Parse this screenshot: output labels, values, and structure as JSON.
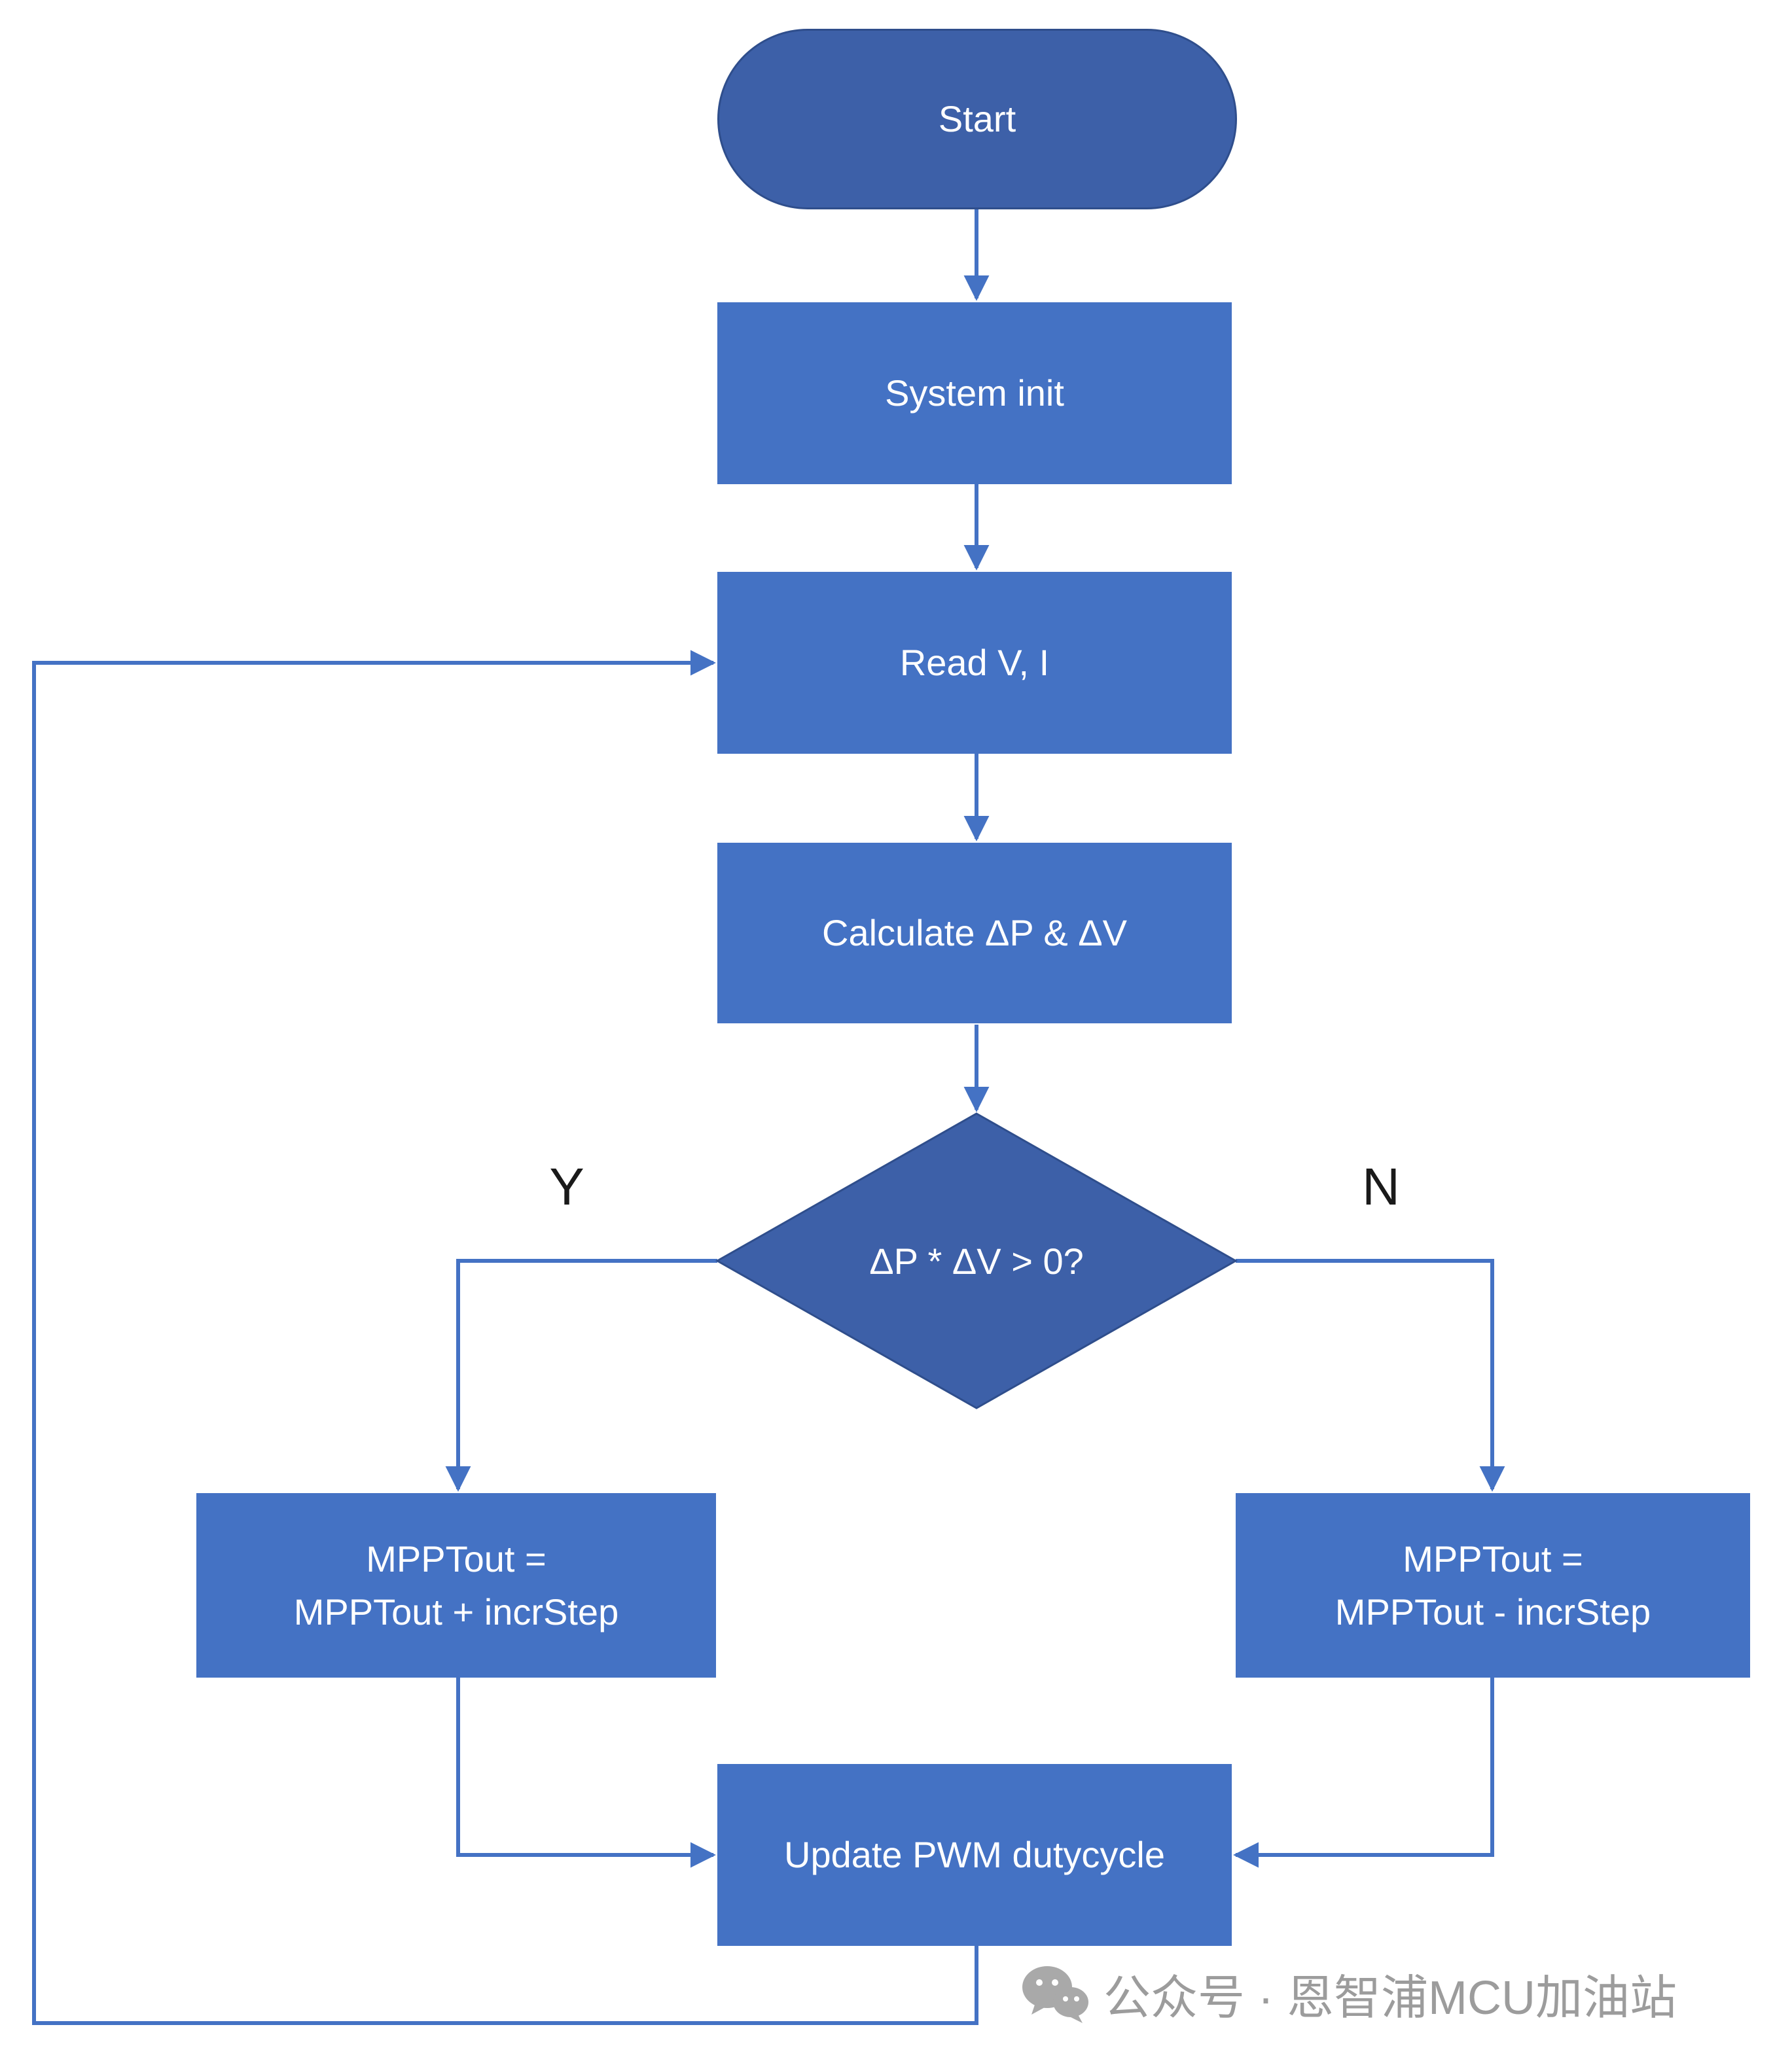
{
  "colors": {
    "node_fill": "#4472C4",
    "node_fill_dark": "#3D60A8",
    "node_stroke": "#2F4E8C",
    "line": "#4472C4",
    "node_text": "#FFFFFF",
    "label_text": "#1A1A1A",
    "watermark": "#9C9C9C",
    "watermark_icon": "#A9A9A9"
  },
  "nodes": {
    "start": {
      "label": "Start"
    },
    "system_init": {
      "label": "System init"
    },
    "read_vi": {
      "label": "Read V, I"
    },
    "calculate": {
      "label": "Calculate ΔP & ΔV"
    },
    "decision": {
      "label": "ΔP * ΔV > 0?"
    },
    "increment": {
      "line1": "MPPTout =",
      "line2": "MPPTout + incrStep"
    },
    "decrement": {
      "line1": "MPPTout =",
      "line2": "MPPTout - incrStep"
    },
    "update": {
      "label": "Update PWM dutycycle"
    }
  },
  "branch_labels": {
    "yes": "Y",
    "no": "N"
  },
  "watermark": {
    "text": "公众号 · 恩智浦MCU加油站"
  }
}
